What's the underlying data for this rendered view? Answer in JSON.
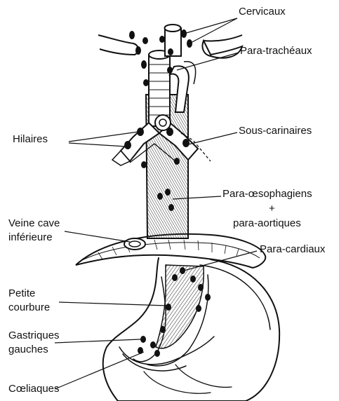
{
  "labels": {
    "cervicaux": "Cervicaux",
    "para_tracheaux": "Para-trachéaux",
    "hilaires": "Hilaires",
    "sous_carinaires": "Sous-carinaires",
    "para_oesophagiens": "Para-œsophagiens",
    "plus": "+",
    "para_aortiques": "para-aortiques",
    "veine_cave_1": "Veine cave",
    "veine_cave_2": "inférieure",
    "para_cardiaux": "Para-cardiaux",
    "petite_courbure_1": "Petite",
    "petite_courbure_2": "courbure",
    "gastriques_1": "Gastriques",
    "gastriques_2": "gauches",
    "coeliaques": "Cœliaques"
  },
  "colors": {
    "ink": "#111111",
    "background": "#ffffff",
    "hatch": "#444444"
  }
}
